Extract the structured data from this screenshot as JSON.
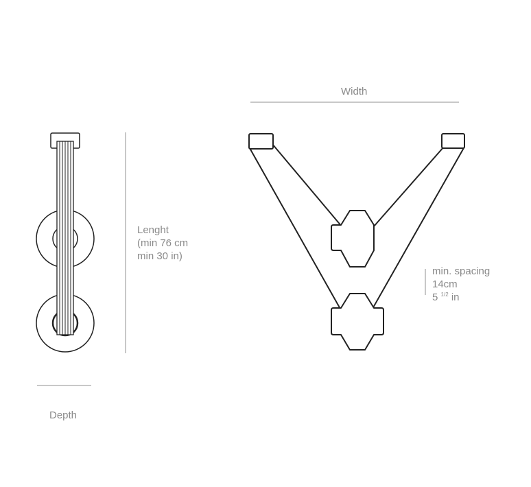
{
  "labels": {
    "width": "Width",
    "length": [
      "Lenght",
      "(min 76 cm",
      "min 30 in)"
    ],
    "depth": "Depth",
    "spacing_line1": "min. spacing",
    "spacing_line2": "14cm",
    "spacing_line3_base": "5",
    "spacing_line3_sup": "1/2",
    "spacing_line3_unit": "in"
  },
  "colors": {
    "outline": "#222222",
    "dimension_line": "#b5b5b5",
    "text": "#8a8a8a"
  }
}
